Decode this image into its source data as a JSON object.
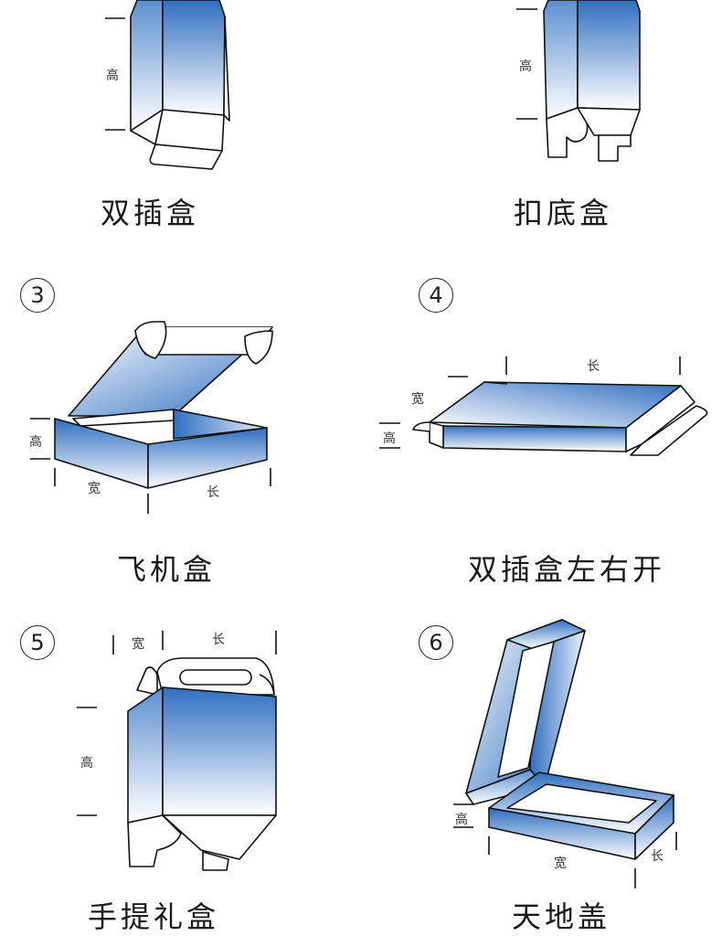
{
  "colors": {
    "gradient_top": "#2f6fc0",
    "gradient_bottom": "#ffffff",
    "stroke": "#111111"
  },
  "items": [
    {
      "number": "",
      "caption": "双插盒",
      "labels": {
        "height": "高"
      }
    },
    {
      "number": "",
      "caption": "扣底盒",
      "labels": {
        "height": "高"
      }
    },
    {
      "number": "3",
      "caption": "飞机盒",
      "labels": {
        "height": "高",
        "width": "宽",
        "length": "长"
      }
    },
    {
      "number": "4",
      "caption": "双插盒左右开",
      "labels": {
        "height": "高",
        "width": "宽",
        "length": "长"
      }
    },
    {
      "number": "5",
      "caption": "手提礼盒",
      "labels": {
        "height": "高",
        "width": "宽",
        "length": "长"
      }
    },
    {
      "number": "6",
      "caption": "天地盖",
      "labels": {
        "height": "高",
        "width": "宽",
        "length": "长"
      }
    }
  ]
}
